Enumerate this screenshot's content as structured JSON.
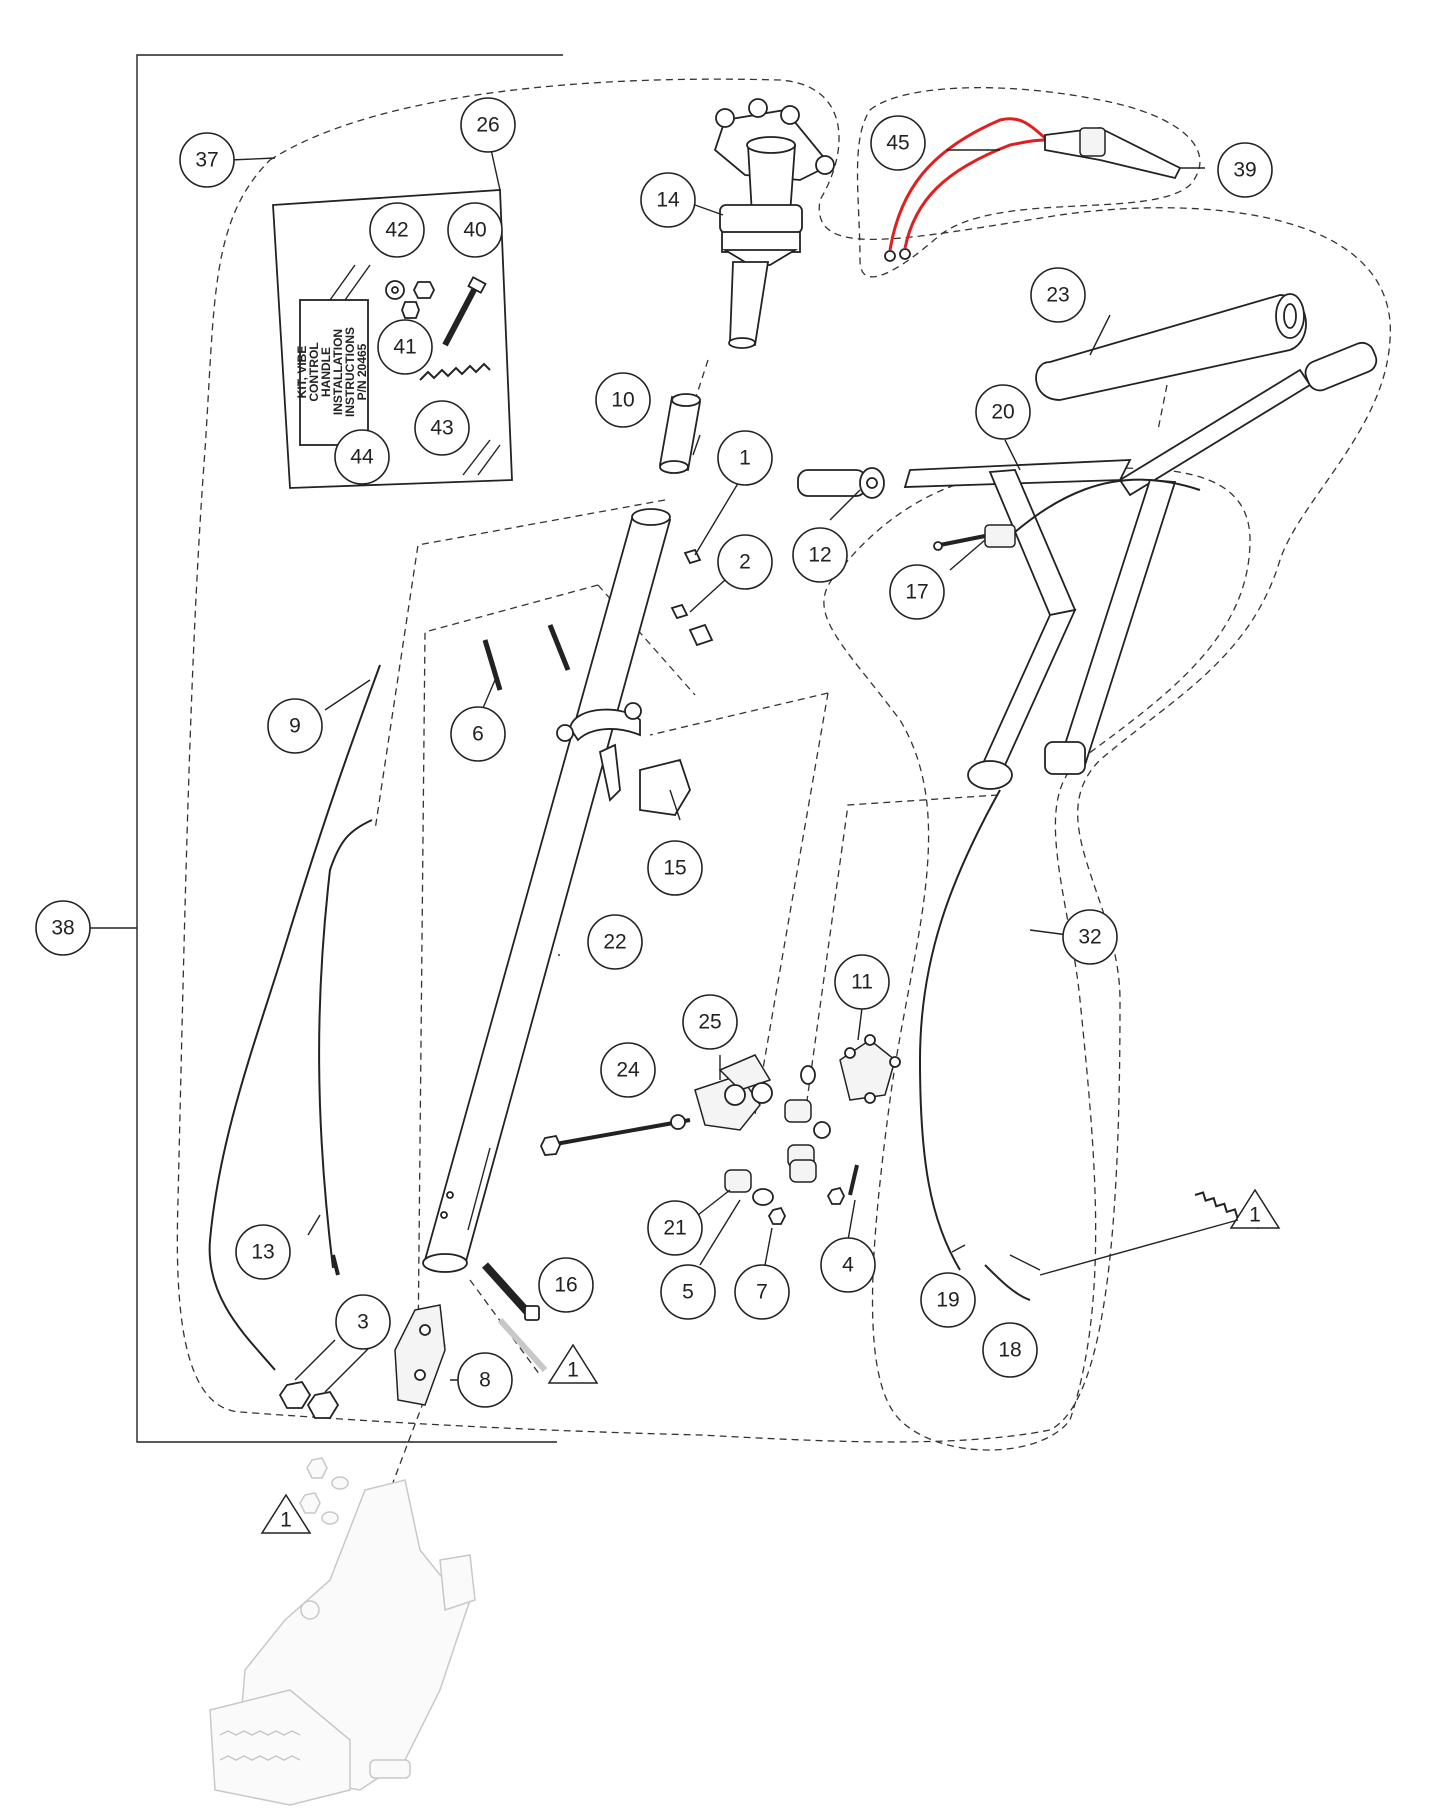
{
  "callouts": [
    "1",
    "2",
    "3",
    "4",
    "5",
    "6",
    "7",
    "8",
    "9",
    "10",
    "11",
    "12",
    "13",
    "14",
    "15",
    "16",
    "17",
    "18",
    "19",
    "20",
    "21",
    "22",
    "23",
    "24",
    "25",
    "26",
    "32",
    "37",
    "38",
    "39",
    "40",
    "41",
    "42",
    "43",
    "44",
    "45"
  ],
  "warning_label": "1",
  "instruction_sheet": {
    "lines": [
      "KIT, VIBE",
      "CONTROL",
      "HANDLE",
      "INSTALLATION",
      "INSTRUCTIONS",
      "P/N 20465"
    ]
  },
  "colors": {
    "ink": "#222222",
    "wire_highlight": "#e02020",
    "ghost": "#c8c8c8"
  }
}
